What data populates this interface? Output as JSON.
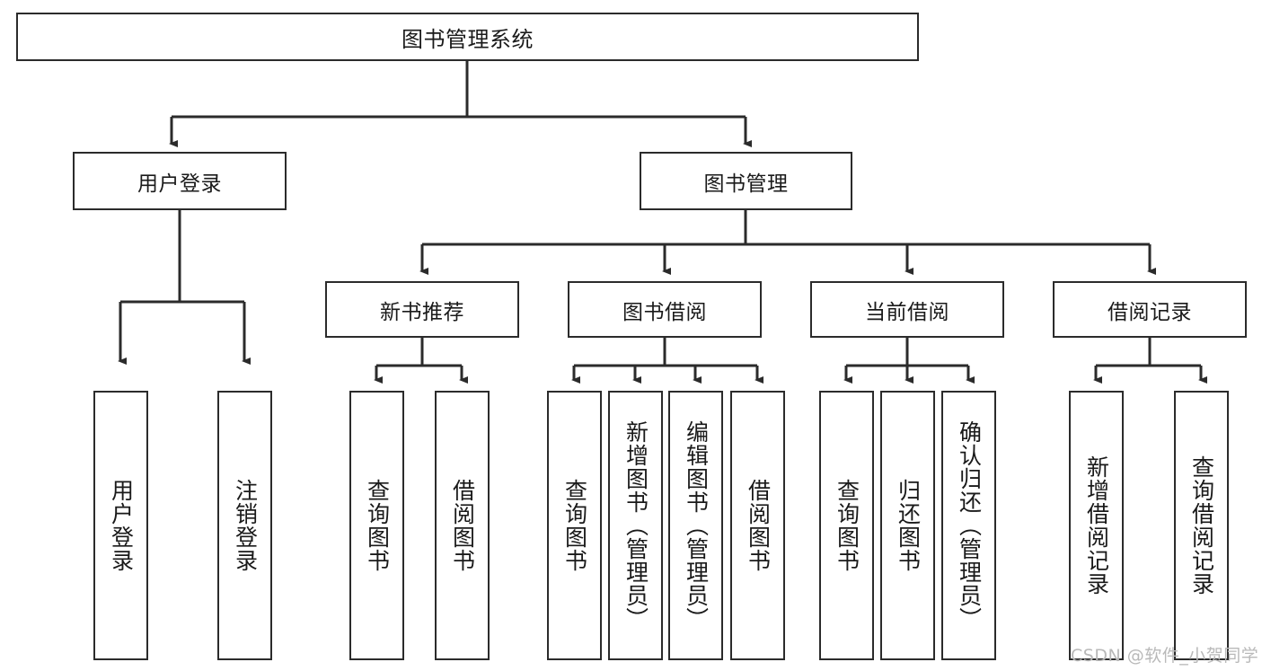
{
  "diagram": {
    "title": "图书管理系统",
    "type": "tree-hierarchy-chart",
    "root": {
      "label": "图书管理系统"
    },
    "level2": [
      {
        "label": "用户登录"
      },
      {
        "label": "图书管理"
      }
    ],
    "level3": [
      {
        "label": "新书推荐"
      },
      {
        "label": "图书借阅"
      },
      {
        "label": "当前借阅"
      },
      {
        "label": "借阅记录"
      }
    ],
    "leaves": {
      "user_login": [
        {
          "label": "用户登录"
        },
        {
          "label": "注销登录"
        }
      ],
      "new_book_recommend": [
        {
          "label": "查询图书"
        },
        {
          "label": "借阅图书"
        }
      ],
      "book_borrow": [
        {
          "label": "查询图书"
        },
        {
          "label": "新增图书（管理员）"
        },
        {
          "label": "编辑图书（管理员）"
        },
        {
          "label": "借阅图书"
        }
      ],
      "current_borrow": [
        {
          "label": "查询图书"
        },
        {
          "label": "归还图书"
        },
        {
          "label": "确认归还（管理员）"
        }
      ],
      "borrow_records": [
        {
          "label": "新增借阅记录"
        },
        {
          "label": "查询借阅记录"
        }
      ]
    }
  },
  "watermark": {
    "text": "CSDN @软件_小贺同学"
  },
  "colors": {
    "box_border": "#2b2b2b",
    "box_fill": "#ffffff",
    "connector": "#2b2b2b",
    "text": "#1a1a1a",
    "watermark": "#b9b9b9",
    "background": "#ffffff"
  }
}
